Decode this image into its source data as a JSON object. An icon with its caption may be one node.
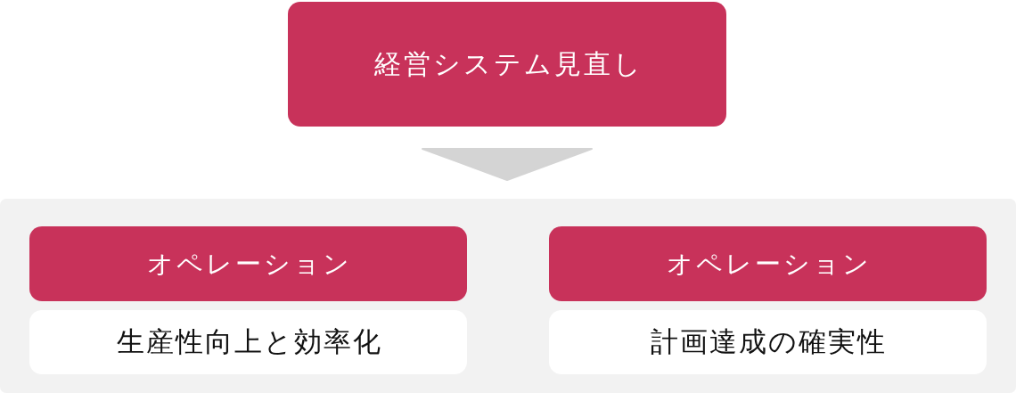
{
  "diagram": {
    "nodes": [
      {
        "text": [
          "経営システム見直し"
        ]
      },
      {
        "text": [],
        "shape": "box"
      },
      {
        "text": [
          "オペレーション"
        ],
        "in": 1
      },
      {
        "text": [
          "生産性向上と効率化"
        ],
        "in": 1
      },
      {
        "text": [
          "オペレーション"
        ],
        "in": 1
      },
      {
        "text": [
          "計画達成の確実性"
        ],
        "in": 1
      }
    ],
    "edges": [
      {
        "from": 0,
        "to": 1,
        "arrow": "to"
      }
    ]
  }
}
